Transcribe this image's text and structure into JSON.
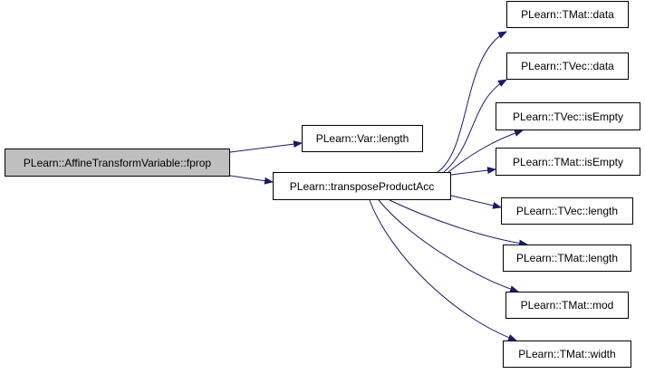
{
  "colors": {
    "edge": "#191970",
    "node_border": "#000000",
    "root_fill": "#bfbfbf",
    "node_fill": "#ffffff"
  },
  "nodes": {
    "root": "PLearn::AffineTransformVariable::fprop",
    "var_length": "PLearn::Var::length",
    "transpose_product_acc": "PLearn::transposeProductAcc",
    "callees": [
      "PLearn::TMat::data",
      "PLearn::TVec::data",
      "PLearn::TVec::isEmpty",
      "PLearn::TMat::isEmpty",
      "PLearn::TVec::length",
      "PLearn::TMat::length",
      "PLearn::TMat::mod",
      "PLearn::TMat::width"
    ]
  }
}
